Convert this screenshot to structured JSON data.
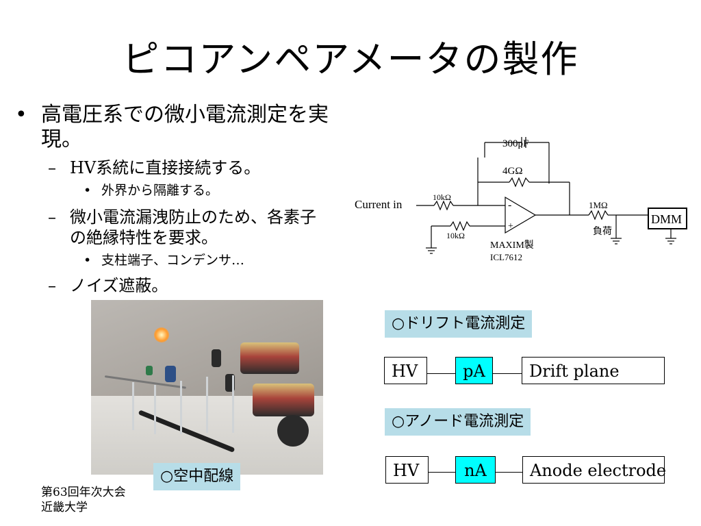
{
  "slide": {
    "title": "ピコアンペアメータの製作",
    "bullet_mark": "•",
    "dash_mark": "–",
    "dot_mark": "•",
    "bullet1": {
      "line1": "高電圧系での微小電流測定を実",
      "line2": "現。"
    },
    "sub1": "HV系統に直接接続する。",
    "sub1a": "外界から隔離する。",
    "sub2": {
      "line1": "微小電流漏洩防止のため、各素子",
      "line2": "の絶縁特性を要求。"
    },
    "sub2a": "支柱端子、コンデンサ…",
    "sub3": "ノイズ遮蔽。"
  },
  "circuit": {
    "capacitor": "300pF",
    "feedback_resistor": "4GΩ",
    "input_label": "Current in",
    "input_resistor": "10kΩ",
    "ground_resistor": "10kΩ",
    "minus": "-",
    "plus": "+",
    "load_resistor": "1MΩ",
    "load_label": "負荷",
    "chip_maker": "MAXIM製",
    "chip_model": "ICL7612",
    "meter": "DMM"
  },
  "photo_caption": "○空中配線",
  "drift": {
    "caption": "○ドリフト電流測定",
    "source": "HV",
    "meter": "pA",
    "target": "Drift plane"
  },
  "anode": {
    "caption": "○アノード電流測定",
    "source": "HV",
    "meter": "nA",
    "target": "Anode electrode"
  },
  "footer": {
    "line1": "第63回年次大会",
    "line2": "近畿大学"
  }
}
